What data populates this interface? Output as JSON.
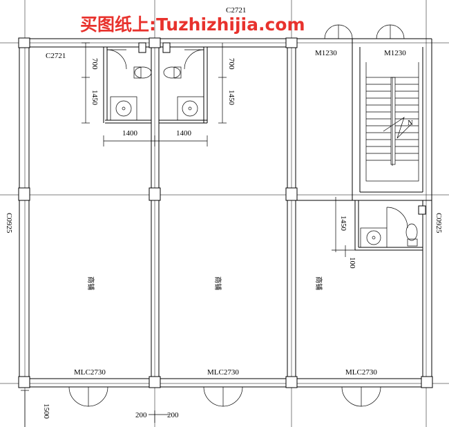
{
  "watermark": "买图纸上:Tuzhizhijia.com",
  "labels": {
    "window_top_right": "C2721",
    "window_top_left": "C2721",
    "door_stair_left": "M1230",
    "door_stair_right": "M1230",
    "window_left_side": "C0925",
    "window_right_side": "C0925",
    "door_shop_1": "MLC2730",
    "door_shop_2": "MLC2730",
    "door_shop_3": "MLC2730"
  },
  "dimensions": {
    "toilet1_width": "1400",
    "toilet2_width": "1400",
    "toilet1_upper": "700",
    "toilet1_lower": "1450",
    "toilet2_upper": "700",
    "toilet2_lower": "1450",
    "toilet3_height": "1450",
    "toilet3_offset": "100",
    "bottom_left": "200",
    "bottom_right": "200",
    "front_depth": "1500"
  },
  "rooms": {
    "shop_1": "商铺",
    "shop_2": "商铺",
    "shop_3": "商铺"
  },
  "stair_mark": "N"
}
